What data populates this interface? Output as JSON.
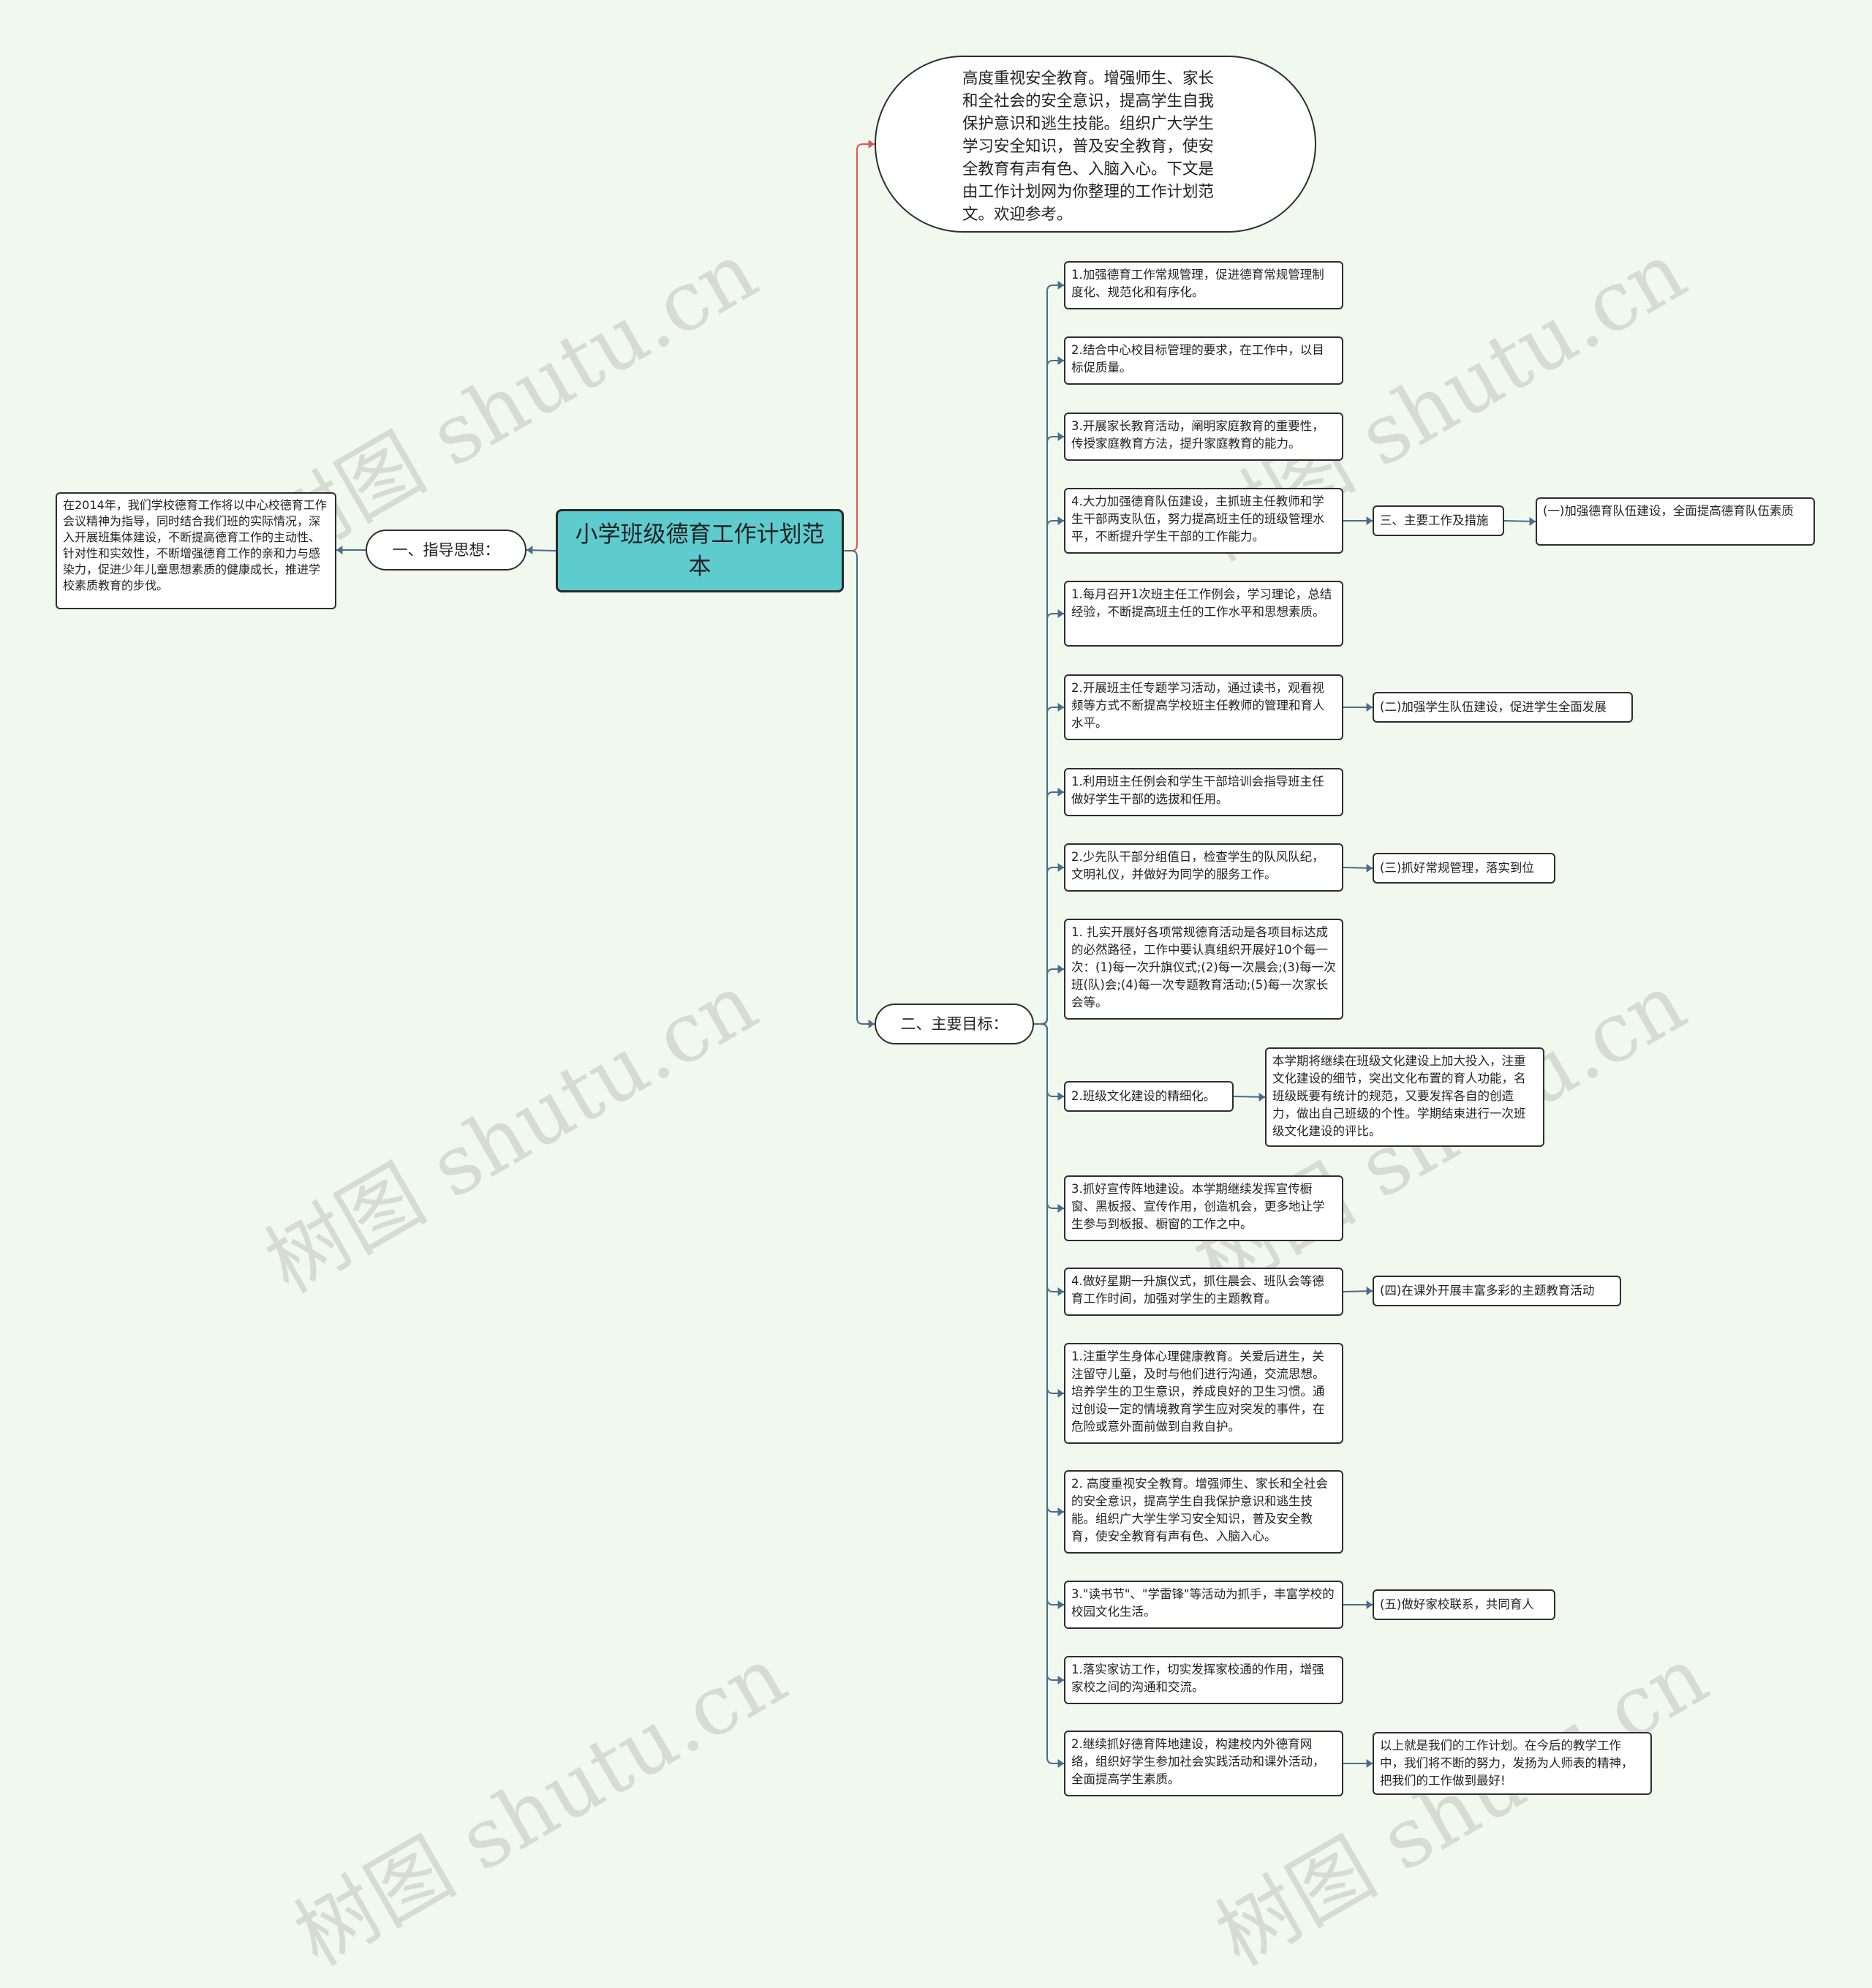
{
  "colors": {
    "background": "#f1f9ee",
    "root_fill": "#5ecbcf",
    "edge_blue": "#4a6b8c",
    "edge_red": "#e05555"
  },
  "watermark": "树图 shutu.cn",
  "root": {
    "title": "小学班级德育工作计划范本"
  },
  "intro": "高度重视安全教育。增强师生、家长和全社会的安全意识，提高学生自我保护意识和逃生技能。组织广大学生学习安全知识，普及安全教育，使安全教育有声有色、入脑入心。下文是由工作计划网为你整理的工作计划范文。欢迎参考。",
  "guiding": {
    "label": "一、指导思想：",
    "text": "在2014年，我们学校德育工作将以中心校德育工作会议精神为指导，同时结合我们班的实际情况，深入开展班集体建设，不断提高德育工作的主动性、针对性和实效性，不断增强德育工作的亲和力与感染力，促进少年儿童思想素质的健康成长，推进学校素质教育的步伐。"
  },
  "goals": {
    "label": "二、主要目标：",
    "items": [
      "1.加强德育工作常规管理，促进德育常规管理制度化、规范化和有序化。",
      "2.结合中心校目标管理的要求，在工作中，以目标促质量。",
      "3.开展家长教育活动，阐明家庭教育的重要性，传授家庭教育方法，提升家庭教育的能力。",
      "4.大力加强德育队伍建设，主抓班主任教师和学生干部两支队伍，努力提高班主任的班级管理水平，不断提升学生干部的工作能力。",
      "1.每月召开1次班主任工作例会，学习理论，总结经验，不断提高班主任的工作水平和思想素质。",
      "2.开展班主任专题学习活动，通过读书，观看视频等方式不断提高学校班主任教师的管理和育人水平。",
      "1.利用班主任例会和学生干部培训会指导班主任做好学生干部的选拔和任用。",
      "2.少先队干部分组值日，检查学生的队风队纪，文明礼仪，并做好为同学的服务工作。",
      "1. 扎实开展好各项常规德育活动是各项目标达成的必然路径，工作中要认真组织开展好10个每一次：(1)每一次升旗仪式;(2)每一次晨会;(3)每一次班(队)会;(4)每一次专题教育活动;(5)每一次家长会等。",
      "2.班级文化建设的精细化。",
      "3.抓好宣传阵地建设。本学期继续发挥宣传橱窗、黑板报、宣传作用，创造机会，更多地让学生参与到板报、橱窗的工作之中。",
      "4.做好星期一升旗仪式，抓住晨会、班队会等德育工作时间，加强对学生的主题教育。",
      "1.注重学生身体心理健康教育。关爱后进生，关注留守儿童，及时与他们进行沟通，交流思想。培养学生的卫生意识，养成良好的卫生习惯。通过创设一定的情境教育学生应对突发的事件，在危险或意外面前做到自救自护。",
      "2. 高度重视安全教育。增强师生、家长和全社会的安全意识，提高学生自我保护意识和逃生技能。组织广大学生学习安全知识，普及安全教育，使安全教育有声有色、入脑入心。",
      "3.\"读书节\"、\"学雷锋\"等活动为抓手，丰富学校的校园文化生活。",
      "1.落实家访工作，切实发挥家校通的作用，增强家校之间的沟通和交流。",
      "2.继续抓好德育阵地建设，构建校内外德育网络，组织好学生参加社会实践活动和课外活动，全面提高学生素质。"
    ]
  },
  "section3": {
    "label": "三、主要工作及措施",
    "sub1": "(一)加强德育队伍建设，全面提高德育队伍素质"
  },
  "branches": {
    "b2": "(二)加强学生队伍建设，促进学生全面发展",
    "b3": "(三)抓好常规管理，落实到位",
    "b4": "(四)在课外开展丰富多彩的主题教育活动",
    "b5": "(五)做好家校联系，共同育人"
  },
  "culture_detail": "本学期将继续在班级文化建设上加大投入，注重文化建设的细节，突出文化布置的育人功能，名班级既要有统计的规范，又要发挥各自的创造力，做出自己班级的个性。学期结束进行一次班级文化建设的评比。",
  "closing": "以上就是我们的工作计划。在今后的教学工作中，我们将不断的努力，发扬为人师表的精神，把我们的工作做到最好!"
}
